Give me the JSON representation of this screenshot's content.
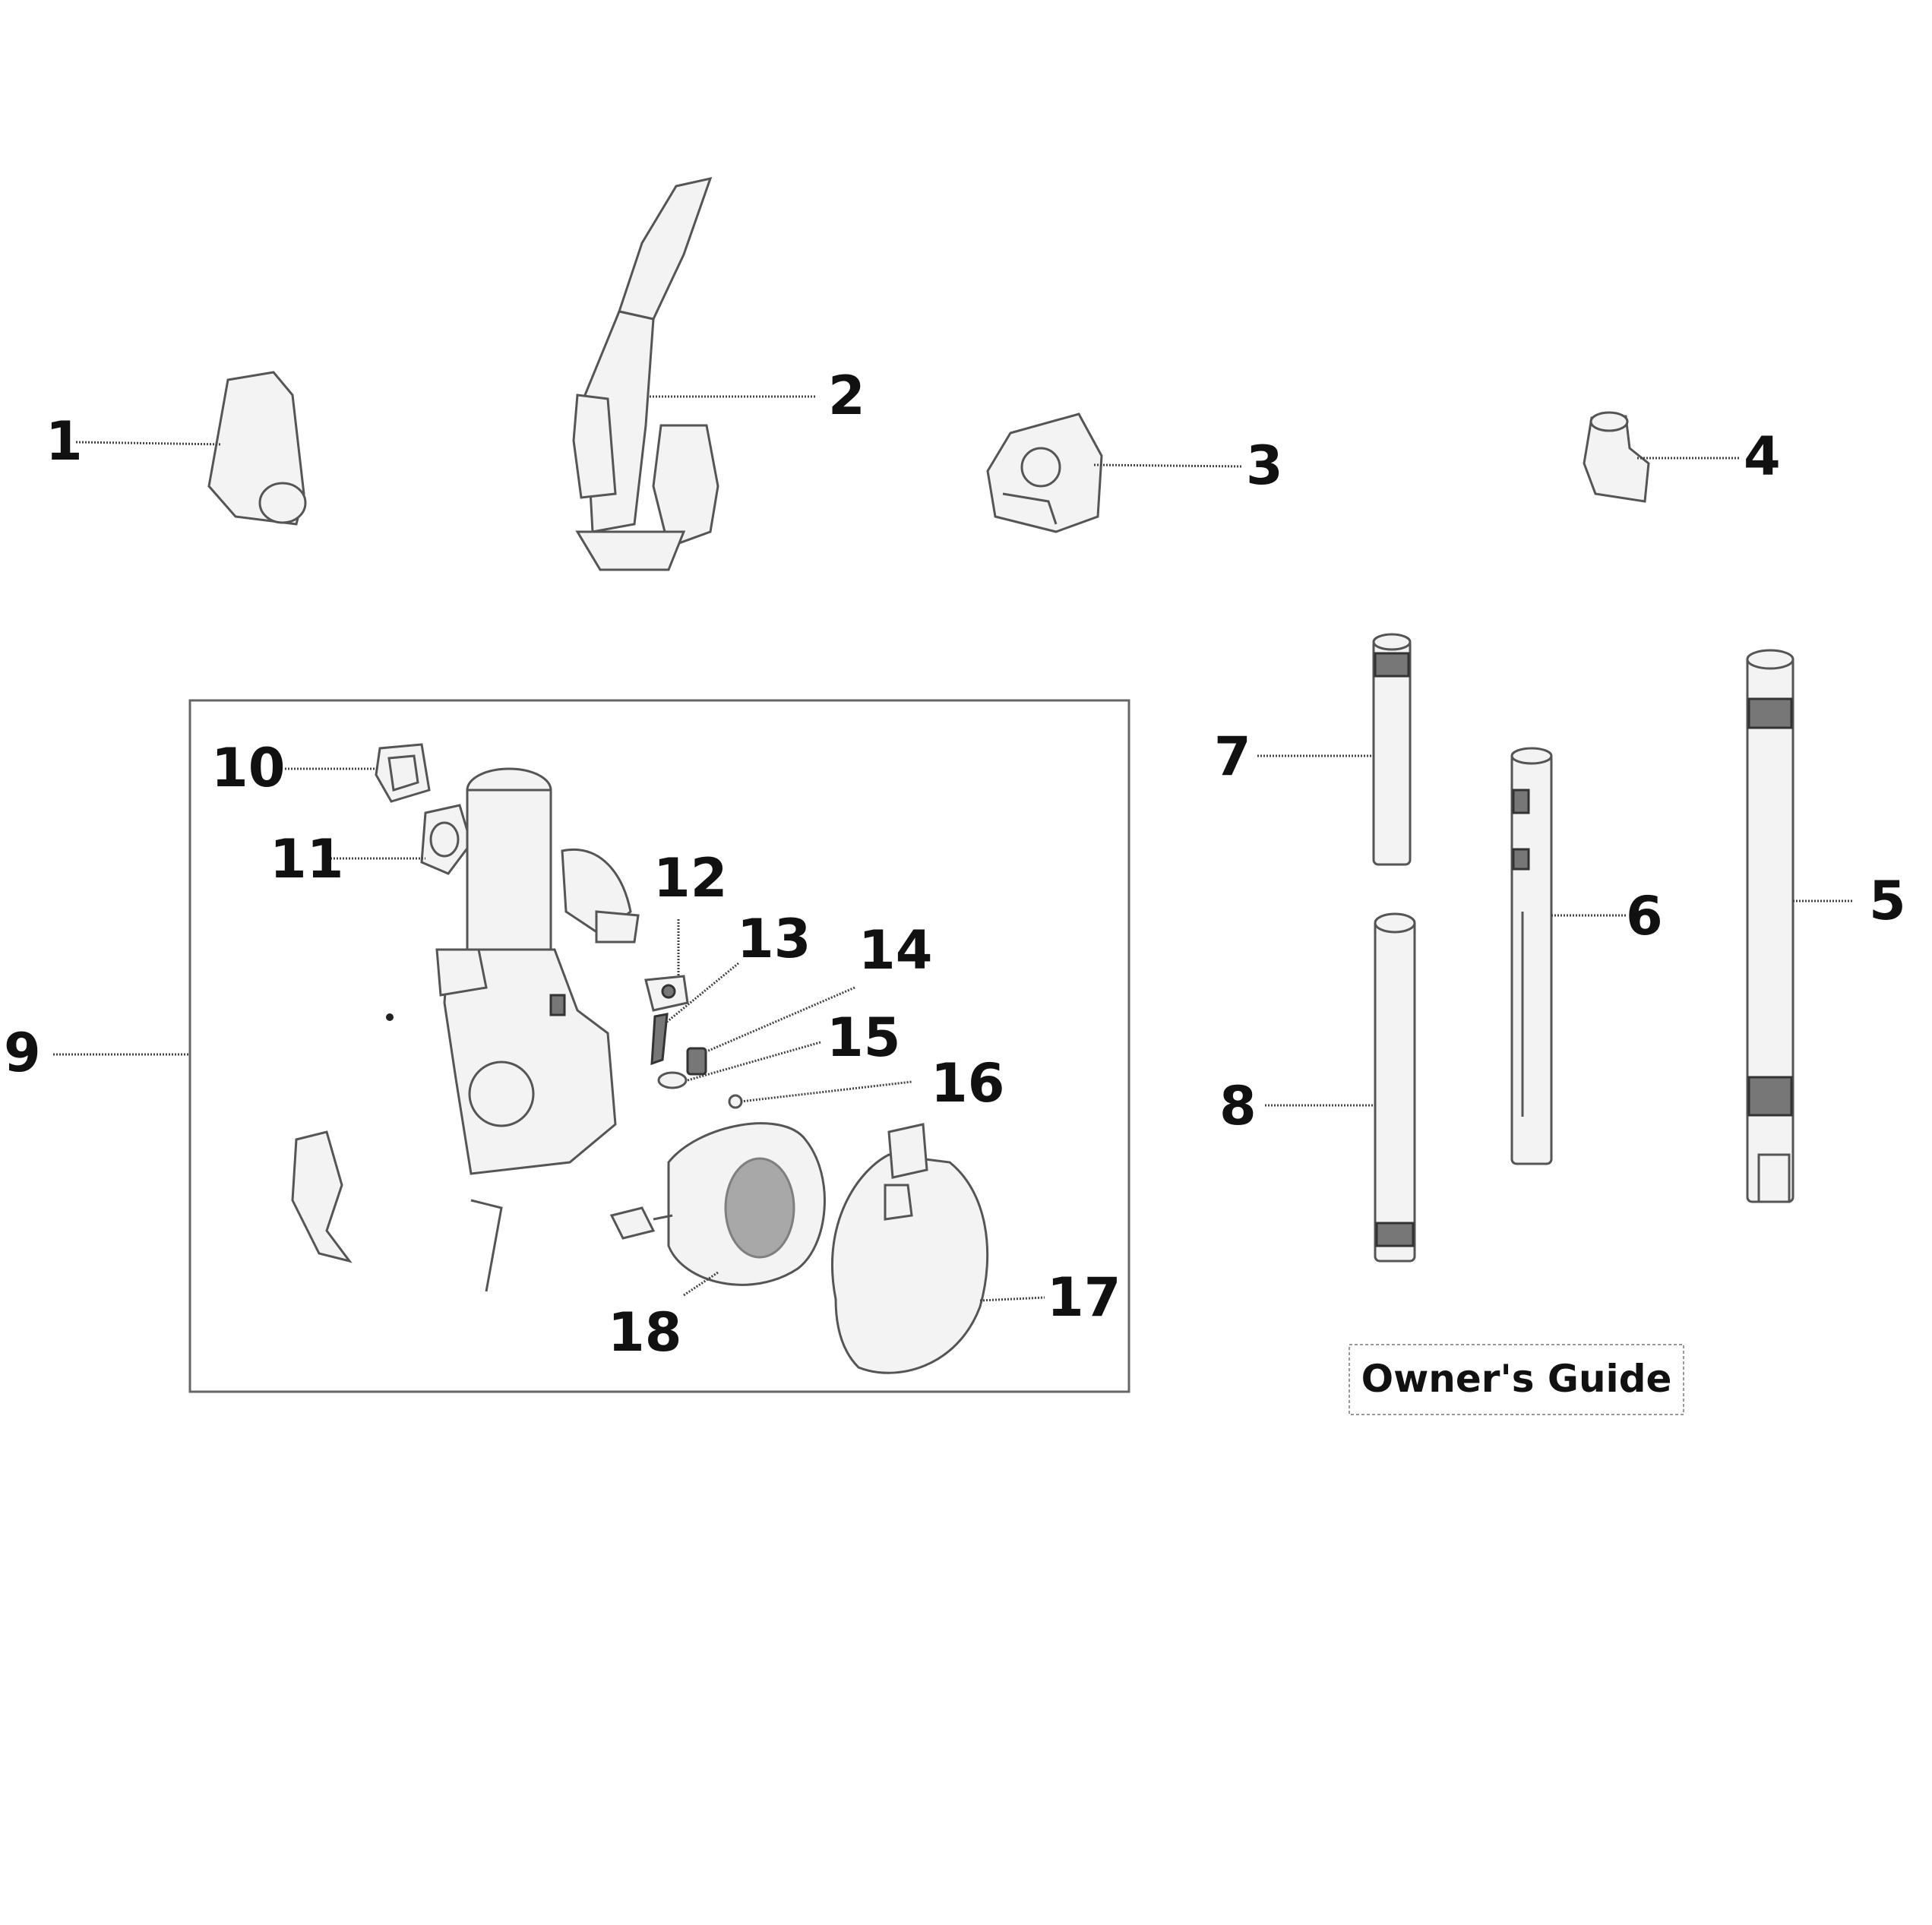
{
  "callouts": {
    "c1": "1",
    "c2": "2",
    "c3": "3",
    "c4": "4",
    "c5": "5",
    "c6": "6",
    "c7": "7",
    "c8": "8",
    "c9": "9",
    "c10": "10",
    "c11": "11",
    "c12": "12",
    "c13": "13",
    "c14": "14",
    "c15": "15",
    "c16": "16",
    "c17": "17",
    "c18": "18"
  },
  "owners_guide": "Owner's Guide"
}
